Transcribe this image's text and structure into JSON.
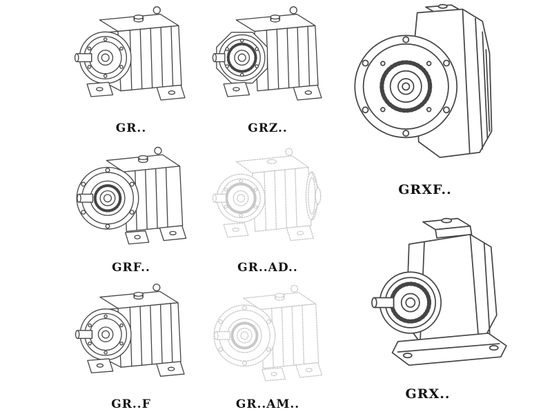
{
  "page": {
    "background": "#ffffff"
  },
  "colors": {
    "line": "#454545",
    "ghost_line": "#c8c8c8",
    "label_text": "#111111"
  },
  "catalog": {
    "items": [
      {
        "id": "gr",
        "label": "GR..",
        "variant": "solid",
        "drawing": "inline-foot-mounted-helical-gearbox"
      },
      {
        "id": "grz",
        "label": "GRZ..",
        "variant": "solid",
        "drawing": "inline-foot-mounted-helical-gearbox-faceted-housing"
      },
      {
        "id": "grxf",
        "label": "GRXF..",
        "variant": "solid",
        "drawing": "flange-mounted-gearbox-front-view"
      },
      {
        "id": "grf",
        "label": "GRF..",
        "variant": "solid",
        "drawing": "flange-and-foot-mounted-gearbox"
      },
      {
        "id": "gr-ad",
        "label": "GR..AD..",
        "variant": "ghost",
        "drawing": "gearbox-with-input-shaft-adapter"
      },
      {
        "id": "gr-f",
        "label": "GR..F",
        "variant": "solid",
        "drawing": "inline-foot-mounted-helical-gearbox"
      },
      {
        "id": "gr-am",
        "label": "GR..AM..",
        "variant": "ghost",
        "drawing": "gearbox-with-motor-adapter-flange"
      },
      {
        "id": "grx",
        "label": "GRX..",
        "variant": "solid",
        "drawing": "large-foot-mounted-gearbox"
      }
    ]
  }
}
